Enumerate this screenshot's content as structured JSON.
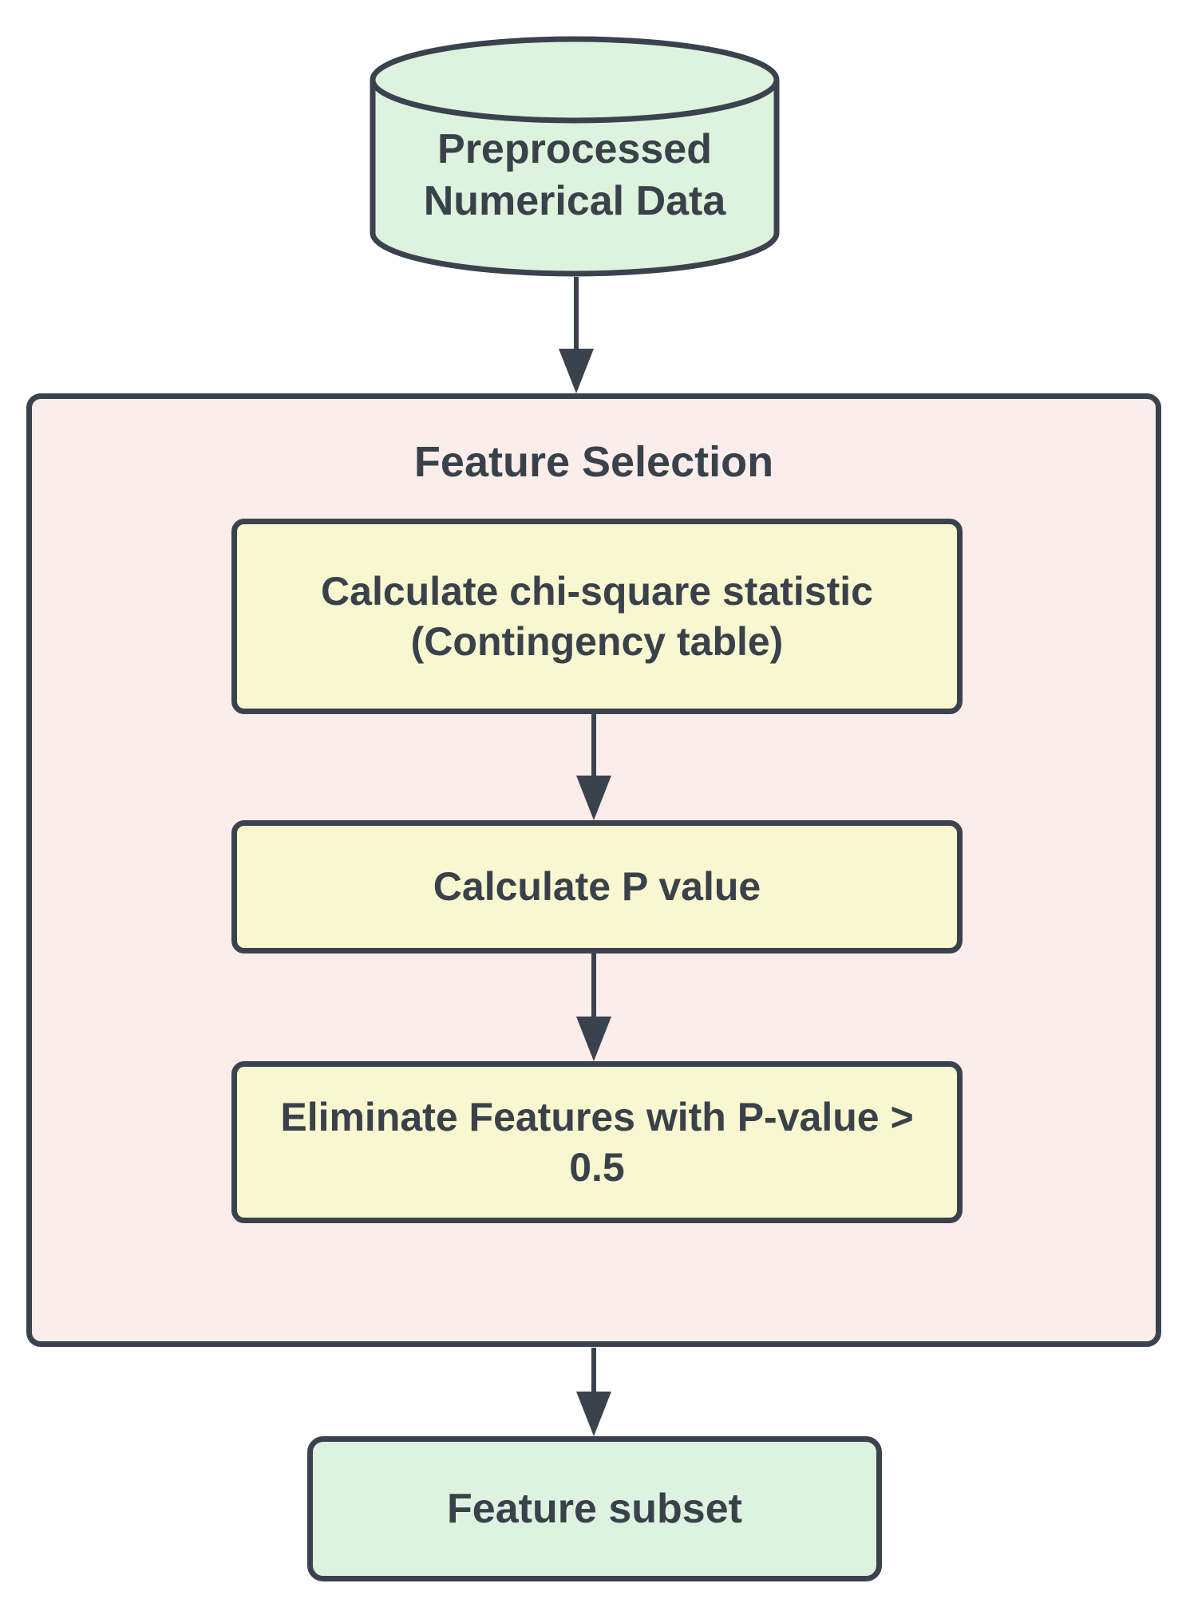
{
  "diagram": {
    "title": "Feature Selection flowchart",
    "colors": {
      "stroke": "#3a424e",
      "text": "#39414b",
      "cylinder_fill": "#def3dd",
      "group_fill": "#fbeeea",
      "step_fill": "#f8f7cf",
      "output_fill": "#def2e0",
      "background": "#ffffff"
    },
    "nodes": {
      "source": {
        "shape": "cylinder",
        "label": "Preprocessed Numerical Data",
        "fill": "#def3dd"
      },
      "group": {
        "shape": "container",
        "label": "Feature Selection",
        "fill": "#fbeeea"
      },
      "step1": {
        "shape": "rounded-rect",
        "label": "Calculate chi-square statistic (Contingency table)",
        "fill": "#f8f7cf"
      },
      "step2": {
        "shape": "rounded-rect",
        "label": "Calculate P value",
        "fill": "#f8f7cf"
      },
      "step3": {
        "shape": "rounded-rect",
        "label": "Eliminate Features with P-value > 0.5",
        "fill": "#f8f7cf"
      },
      "output": {
        "shape": "rounded-rect",
        "label": "Feature subset",
        "fill": "#def2e0"
      }
    },
    "edges": [
      {
        "from": "source",
        "to": "group",
        "type": "arrow-down"
      },
      {
        "from": "step1",
        "to": "step2",
        "type": "arrow-down"
      },
      {
        "from": "step2",
        "to": "step3",
        "type": "arrow-down"
      },
      {
        "from": "group",
        "to": "output",
        "type": "arrow-down"
      }
    ]
  }
}
